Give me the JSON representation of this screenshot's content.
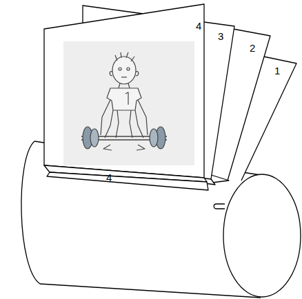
{
  "diagram": {
    "labels": [
      "4",
      "3",
      "2",
      "1",
      "4"
    ]
  }
}
